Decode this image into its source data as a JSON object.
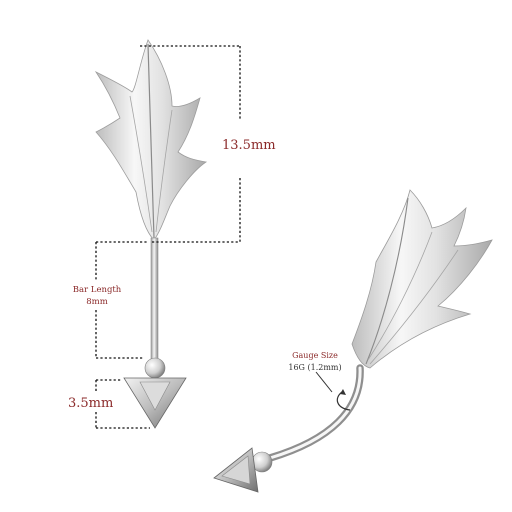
{
  "labels": {
    "top_length": "13.5mm",
    "bar_length_title": "Bar Length",
    "bar_length_value": "8mm",
    "ball_size": "3.5mm",
    "gauge_title": "Gauge Size",
    "gauge_value": "16G (1.2mm)"
  },
  "colors": {
    "label_red": "#8b2a2a",
    "dim_line": "#111111",
    "metal_light": "#f4f4f4",
    "metal_mid": "#cfcfcf",
    "metal_dark": "#8d8d8d"
  },
  "icons": {
    "gauge_rotation": "rotation-arrow-icon"
  }
}
